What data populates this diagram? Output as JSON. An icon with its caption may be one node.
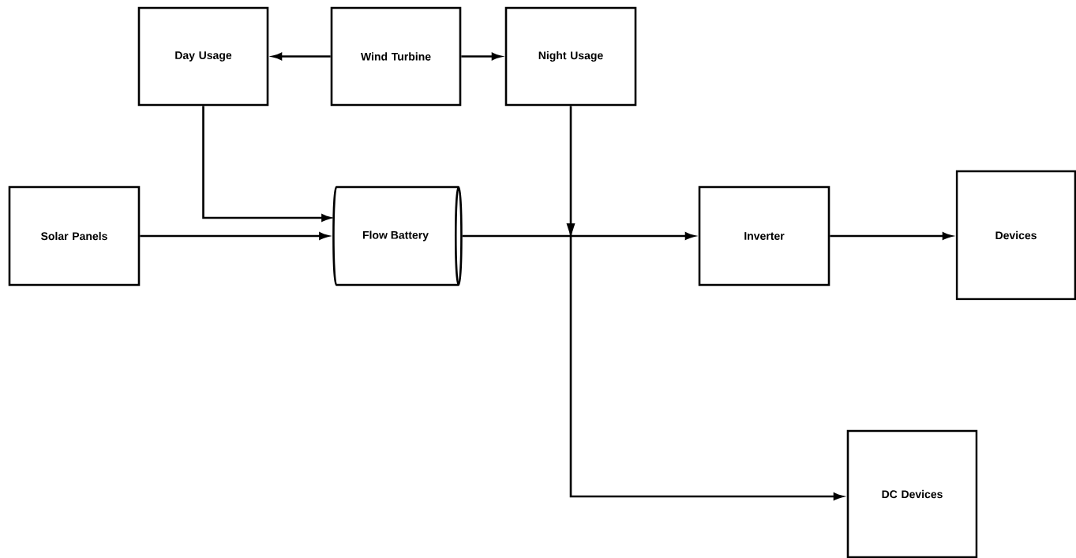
{
  "diagram": {
    "nodes": [
      {
        "text": [
          "Day Usage"
        ]
      },
      {
        "text": [
          "Wind Turbine"
        ]
      },
      {
        "text": [
          "Night Usage"
        ]
      },
      {
        "text": [
          "Solar Panels"
        ]
      },
      {
        "text": [
          "Flow Battery"
        ]
      },
      {
        "text": [
          "Inverter"
        ]
      },
      {
        "text": [
          "Devices"
        ]
      },
      {
        "text": [
          "DC Devices"
        ]
      }
    ],
    "edges": [
      {
        "from": 1,
        "to": 0,
        "arrow": "to"
      },
      {
        "from": 1,
        "to": 2,
        "arrow": "to"
      },
      {
        "from": 0,
        "to": 4,
        "arrow": "to"
      },
      {
        "from": 3,
        "to": 4,
        "arrow": "to"
      },
      {
        "from": 2,
        "to": 5,
        "arrow": "to"
      },
      {
        "from": 2,
        "to": 7,
        "arrow": "to"
      },
      {
        "from": 4,
        "to": 5,
        "arrow": "to"
      },
      {
        "from": 4,
        "to": 7,
        "arrow": "to"
      },
      {
        "from": 5,
        "to": 6,
        "arrow": "to"
      }
    ]
  }
}
